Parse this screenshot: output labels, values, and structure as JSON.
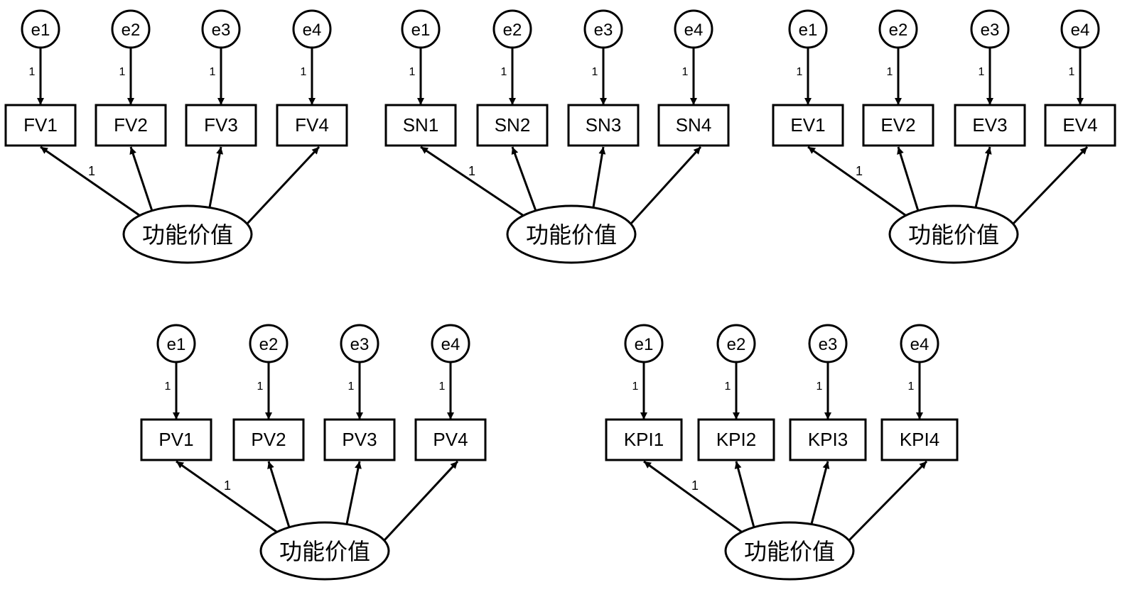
{
  "models": [
    {
      "errors": [
        "e1",
        "e2",
        "e3",
        "e4"
      ],
      "error_weights": [
        "1",
        "1",
        "1",
        "1"
      ],
      "indicators": [
        "FV1",
        "FV2",
        "FV3",
        "FV4"
      ],
      "loading_label": "1",
      "latent": "功能价值"
    },
    {
      "errors": [
        "e1",
        "e2",
        "e3",
        "e4"
      ],
      "error_weights": [
        "1",
        "1",
        "1",
        "1"
      ],
      "indicators": [
        "SN1",
        "SN2",
        "SN3",
        "SN4"
      ],
      "loading_label": "1",
      "latent": "功能价值"
    },
    {
      "errors": [
        "e1",
        "e2",
        "e3",
        "e4"
      ],
      "error_weights": [
        "1",
        "1",
        "1",
        "1"
      ],
      "indicators": [
        "EV1",
        "EV2",
        "EV3",
        "EV4"
      ],
      "loading_label": "1",
      "latent": "功能价值"
    },
    {
      "errors": [
        "e1",
        "e2",
        "e3",
        "e4"
      ],
      "error_weights": [
        "1",
        "1",
        "1",
        "1"
      ],
      "indicators": [
        "PV1",
        "PV2",
        "PV3",
        "PV4"
      ],
      "loading_label": "1",
      "latent": "功能价值"
    },
    {
      "errors": [
        "e1",
        "e2",
        "e3",
        "e4"
      ],
      "error_weights": [
        "1",
        "1",
        "1",
        "1"
      ],
      "indicators": [
        "KPI1",
        "KPI2",
        "KPI3",
        "KPI4"
      ],
      "loading_label": "1",
      "latent": "功能价值"
    }
  ]
}
